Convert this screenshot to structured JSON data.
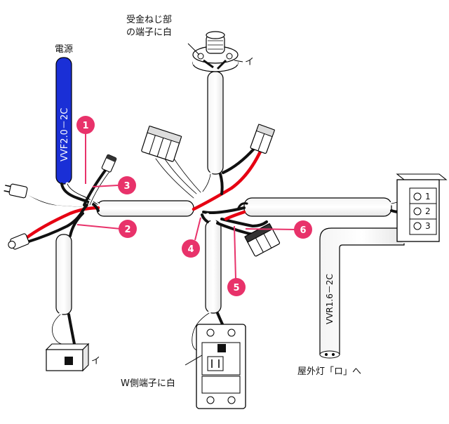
{
  "labels": {
    "power_source": "電源",
    "power_cable": "VVF2.0－2C",
    "receptacle_note_line1": "受金ねじ部",
    "receptacle_note_line2": "の端子に白",
    "receptacle_mark": "イ",
    "switch_mark": "イ",
    "outlet_note": "W側端子に白",
    "outdoor_cable": "VVR1.6－2C",
    "outdoor_light": "屋外灯「ロ」へ"
  },
  "callouts": [
    "1",
    "2",
    "3",
    "4",
    "5",
    "6"
  ],
  "terminal_numbers": [
    "1",
    "2",
    "3"
  ],
  "colors": {
    "callout": "#e8326a",
    "power_cable": "#1a2fd6",
    "red_wire": "#e60012",
    "black_wire": "#111111",
    "white_wire": "#ffffff"
  }
}
